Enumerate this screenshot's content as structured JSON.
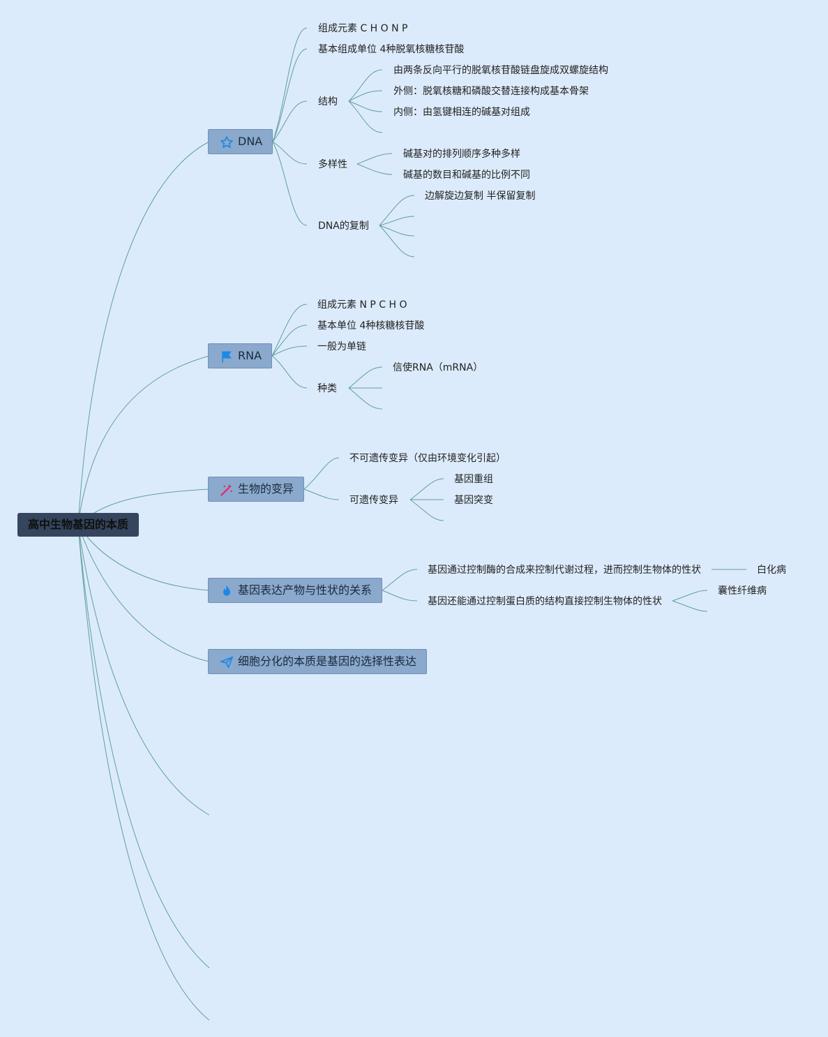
{
  "root": {
    "label": "高中生物基因的本质"
  },
  "branches": {
    "dna": {
      "label": "DNA",
      "icon": "star-icon",
      "icon_color": "#1e88e5"
    },
    "rna": {
      "label": "RNA",
      "icon": "flag-icon",
      "icon_color": "#1e88e5"
    },
    "variation": {
      "label": "生物的变异",
      "icon": "magic-wand-icon",
      "icon_color": "#e91e63"
    },
    "expression": {
      "label": "基因表达产物与性状的关系",
      "icon": "flame-icon",
      "icon_color": "#1e88e5"
    },
    "differentiation": {
      "label": "细胞分化的本质是基因的选择性表达",
      "icon": "paper-plane-icon",
      "icon_color": "#1e88e5"
    }
  },
  "dna": {
    "elements": "组成元素 C H O N P",
    "unit": "基本组成单位 4种脱氧核糖核苷酸",
    "structure": {
      "label": "结构",
      "items": [
        "由两条反向平行的脱氧核苷酸链盘旋成双螺旋结构",
        "外侧：脱氧核糖和磷酸交替连接构成基本骨架",
        "内侧：由氢键相连的碱基对组成"
      ]
    },
    "diversity": {
      "label": "多样性",
      "items": [
        "碱基对的排列顺序多种多样",
        "碱基的数目和碱基的比例不同"
      ]
    },
    "replication": {
      "label": "DNA的复制",
      "items": [
        "边解旋边复制 半保留复制"
      ]
    }
  },
  "rna": {
    "elements": "组成元素 N P C H O",
    "unit": "基本单位 4种核糖核苷酸",
    "strand": "一般为单链",
    "types": {
      "label": "种类",
      "items": [
        "信使RNA（mRNA）"
      ]
    }
  },
  "variation": {
    "non_heritable": "不可遗传变异（仅由环境变化引起）",
    "heritable": {
      "label": "可遗传变异",
      "items": [
        "基因重组",
        "基因突变"
      ]
    }
  },
  "expression": {
    "enzyme": {
      "label": "基因通过控制酶的合成来控制代谢过程，进而控制生物体的性状",
      "example": "白化病"
    },
    "protein": {
      "label": "基因还能通过控制蛋白质的结构直接控制生物体的性状",
      "example": "囊性纤维病"
    }
  }
}
